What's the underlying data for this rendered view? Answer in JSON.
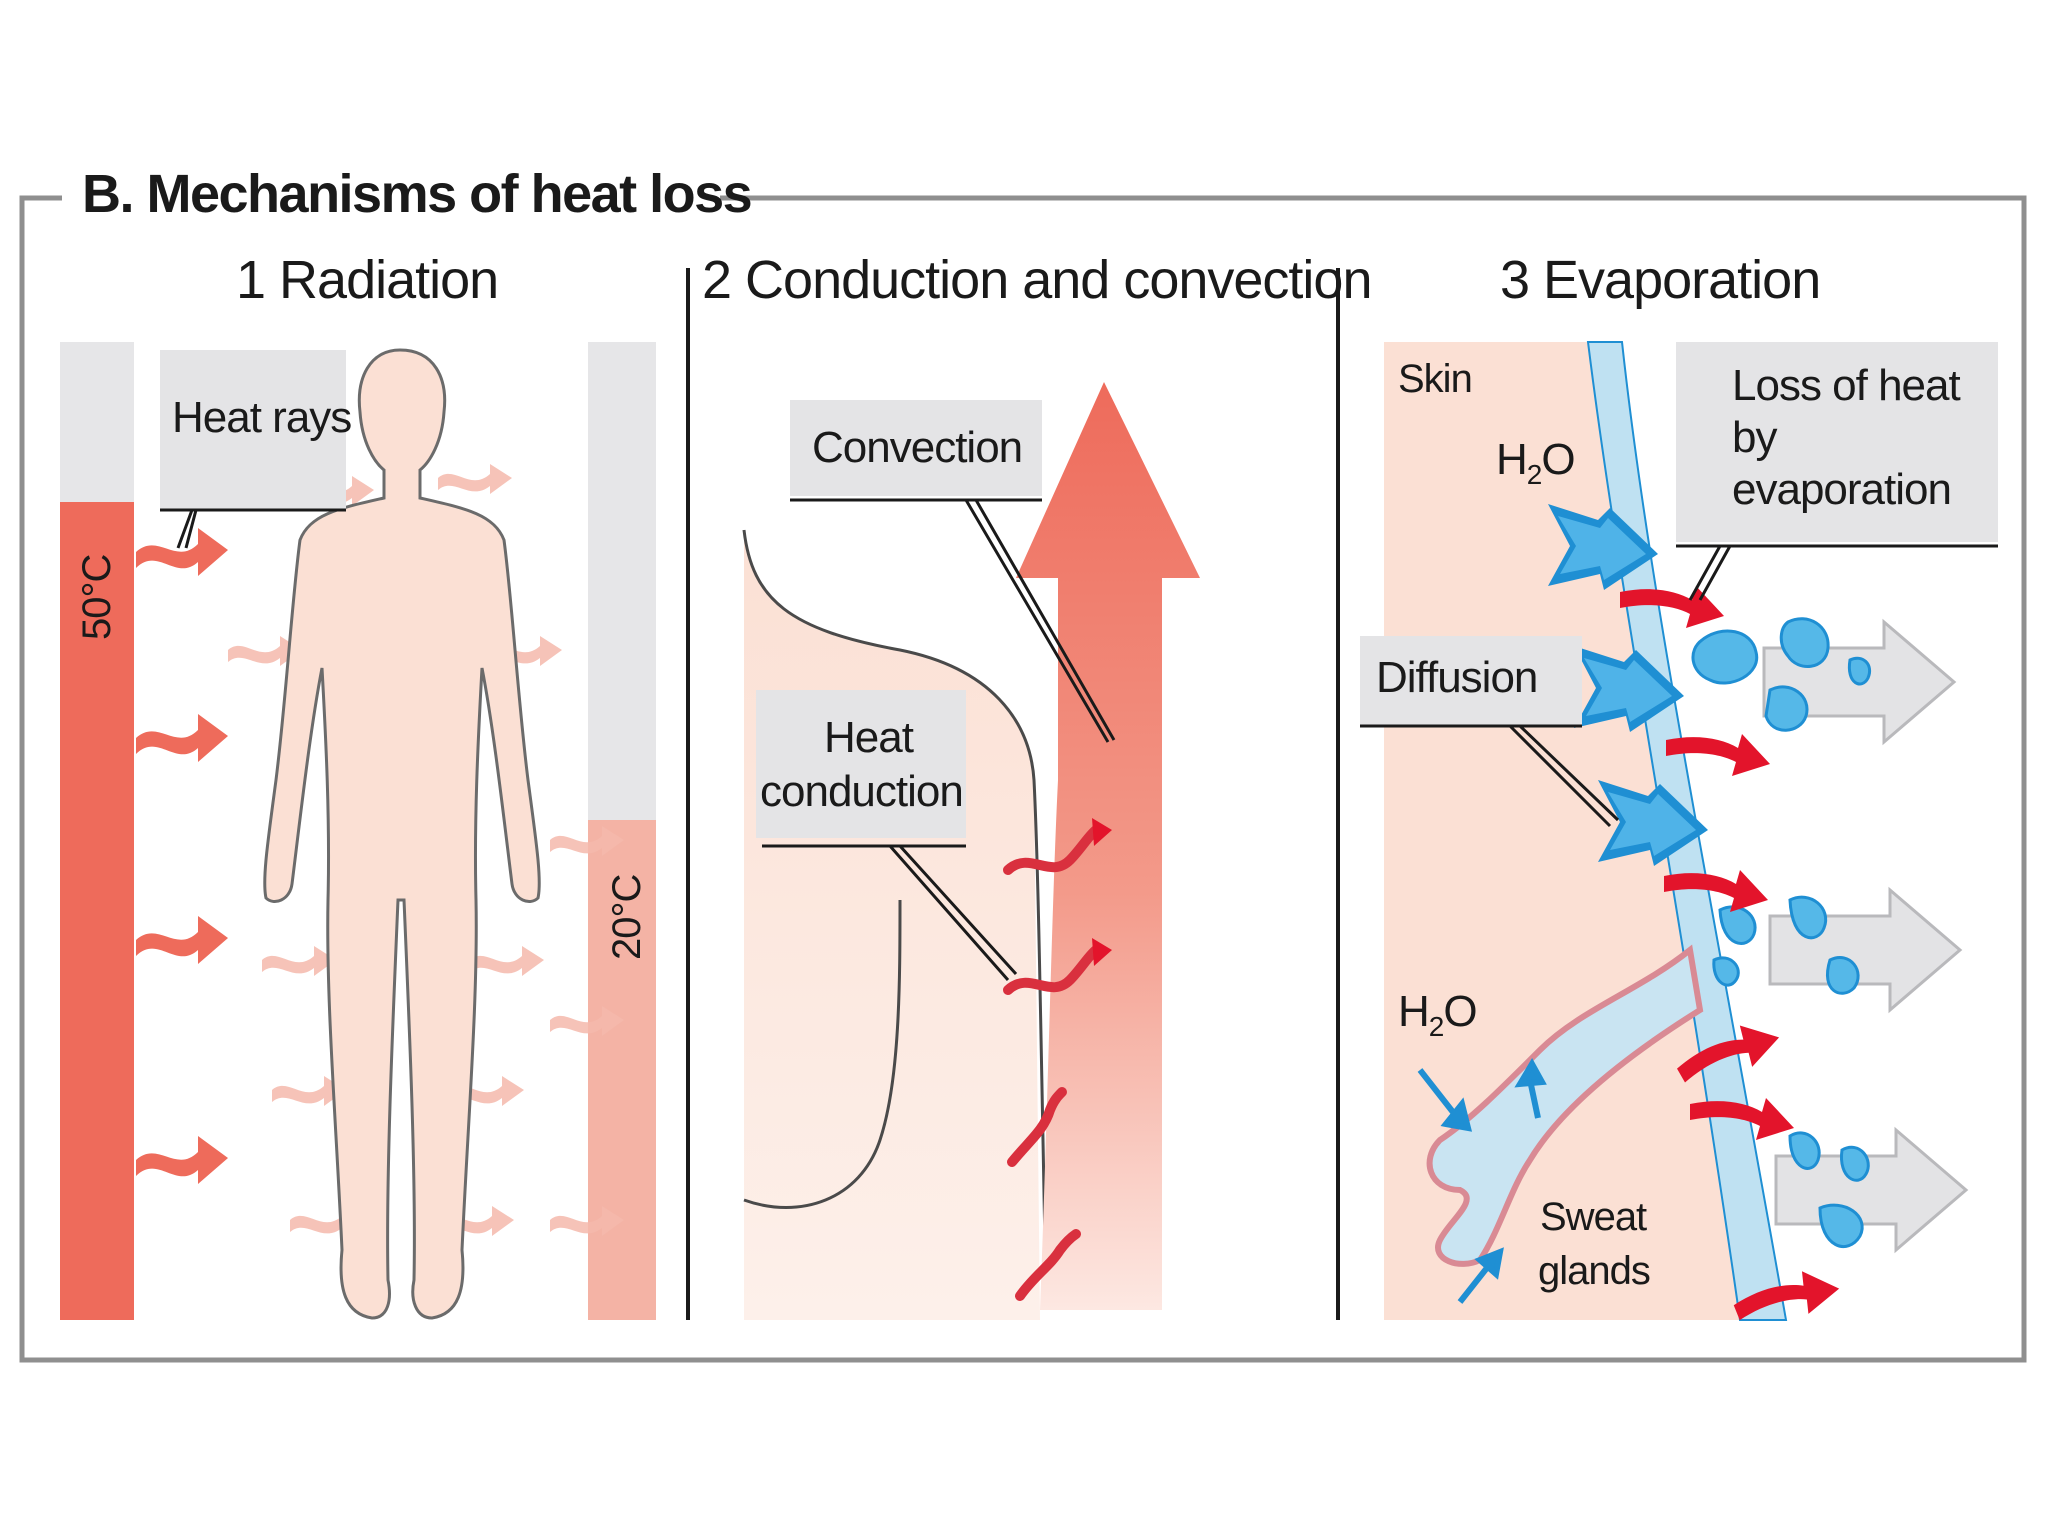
{
  "figure": {
    "title": "B.  Mechanisms of heat loss"
  },
  "panels": {
    "radiation": {
      "heading": "1  Radiation",
      "callout": "Heat rays",
      "hot_temp": "50°C",
      "cool_temp": "20°C"
    },
    "conduction": {
      "heading": "2  Conduction and convection",
      "convection_label": "Convection",
      "conduction_label_line1": "Heat",
      "conduction_label_line2": "conduction"
    },
    "evaporation": {
      "heading": "3  Evaporation",
      "skin_label": "Skin",
      "water_top": "H",
      "water_sub": "2",
      "water_tail": "O",
      "water_bottom": "H",
      "water_bottom_sub": "2",
      "water_bottom_tail": "O",
      "diffusion_label": "Diffusion",
      "loss_line1": "Loss of heat",
      "loss_line2": "by",
      "loss_line3": "evaporation",
      "sweat_line1": "Sweat",
      "sweat_line2": "glands"
    }
  },
  "colors": {
    "hot": "#ee6b5b",
    "warm": "#f4b3a5",
    "skin": "#fbe0d4",
    "water": "#3ea6dd",
    "evap_red": "#e3142b",
    "callout_bg": "#e4e4e6"
  }
}
